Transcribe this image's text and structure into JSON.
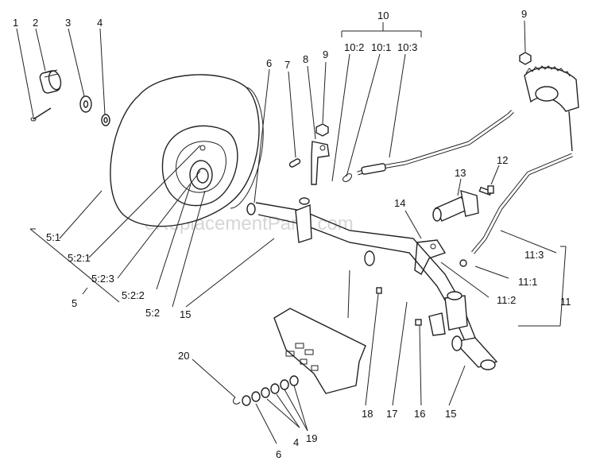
{
  "watermark": "eReplacementParts.com",
  "callouts": {
    "c1": "1",
    "c2": "2",
    "c3": "3",
    "c4": "4",
    "c6a": "6",
    "c7": "7",
    "c8": "8",
    "c9a": "9",
    "c10": "10",
    "c10_2": "10:2",
    "c10_1": "10:1",
    "c10_3": "10:3",
    "c9b": "9",
    "c13": "13",
    "c12": "12",
    "c14": "14",
    "c5_1": "5:1",
    "c5_2_1": "5:2:1",
    "c5_2_3": "5:2:3",
    "c5": "5",
    "c5_2_2": "5:2:2",
    "c5_2": "5:2",
    "c15a": "15",
    "c11_3": "11:3",
    "c11_1": "11:1",
    "c11_2": "11:2",
    "c11": "11",
    "c20": "20",
    "c18": "18",
    "c17": "17",
    "c16": "16",
    "c15b": "15",
    "c19": "19",
    "c4b": "4",
    "c6b": "6"
  }
}
